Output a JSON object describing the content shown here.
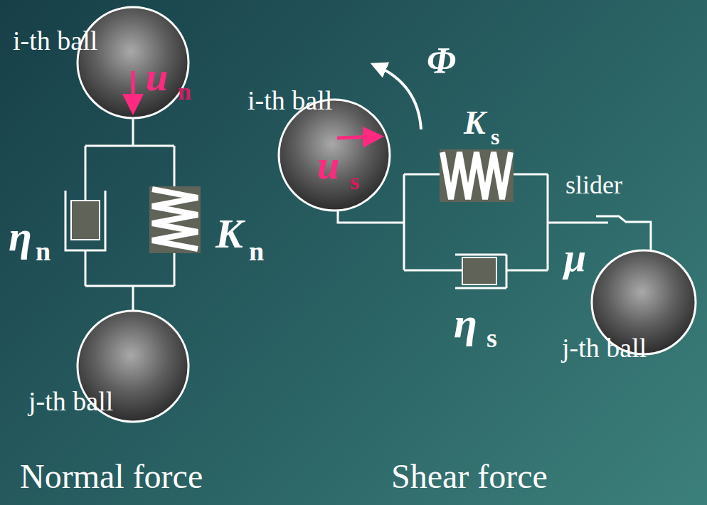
{
  "diagram": {
    "nodes": [
      {
        "text": [
          "i-th ball"
        ]
      },
      {
        "text": [
          "j-th ball"
        ]
      },
      {
        "text": [
          "i-th ball"
        ]
      },
      {
        "text": [
          "j-th ball"
        ]
      }
    ],
    "labels": [
      "u",
      "n",
      "η",
      "n",
      "K",
      "n",
      "Φ",
      "u",
      "s",
      "K",
      "s",
      "slider",
      "μ",
      "η",
      "s",
      "Normal force",
      "Shear force"
    ]
  }
}
